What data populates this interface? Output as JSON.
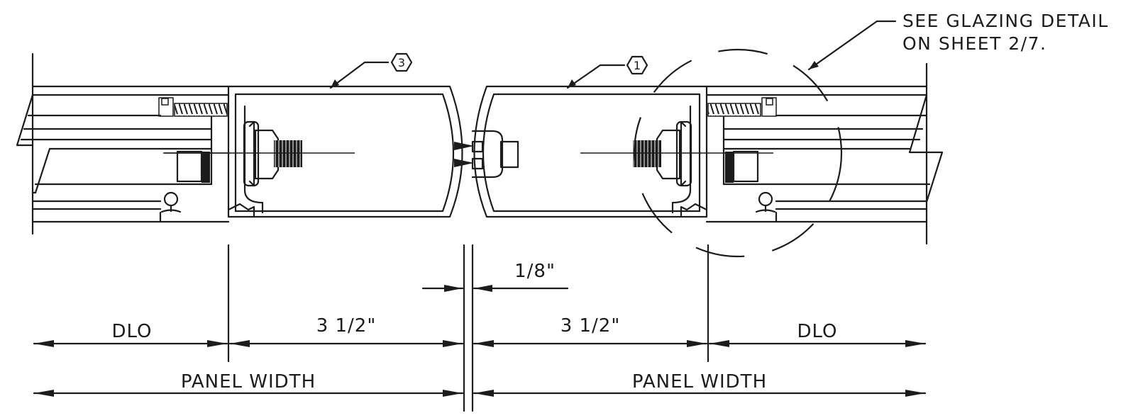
{
  "note": {
    "line1": "SEE GLAZING DETAIL",
    "line2": "ON SHEET 2/7."
  },
  "tags": {
    "left": "3",
    "right": "1"
  },
  "dimensions": {
    "gap": "1/8\"",
    "dlo_left": "DLO",
    "dlo_right": "DLO",
    "mullion_left": "3 1/2\"",
    "mullion_right": "3 1/2\"",
    "panel_left": "PANEL WIDTH",
    "panel_right": "PANEL WIDTH"
  }
}
